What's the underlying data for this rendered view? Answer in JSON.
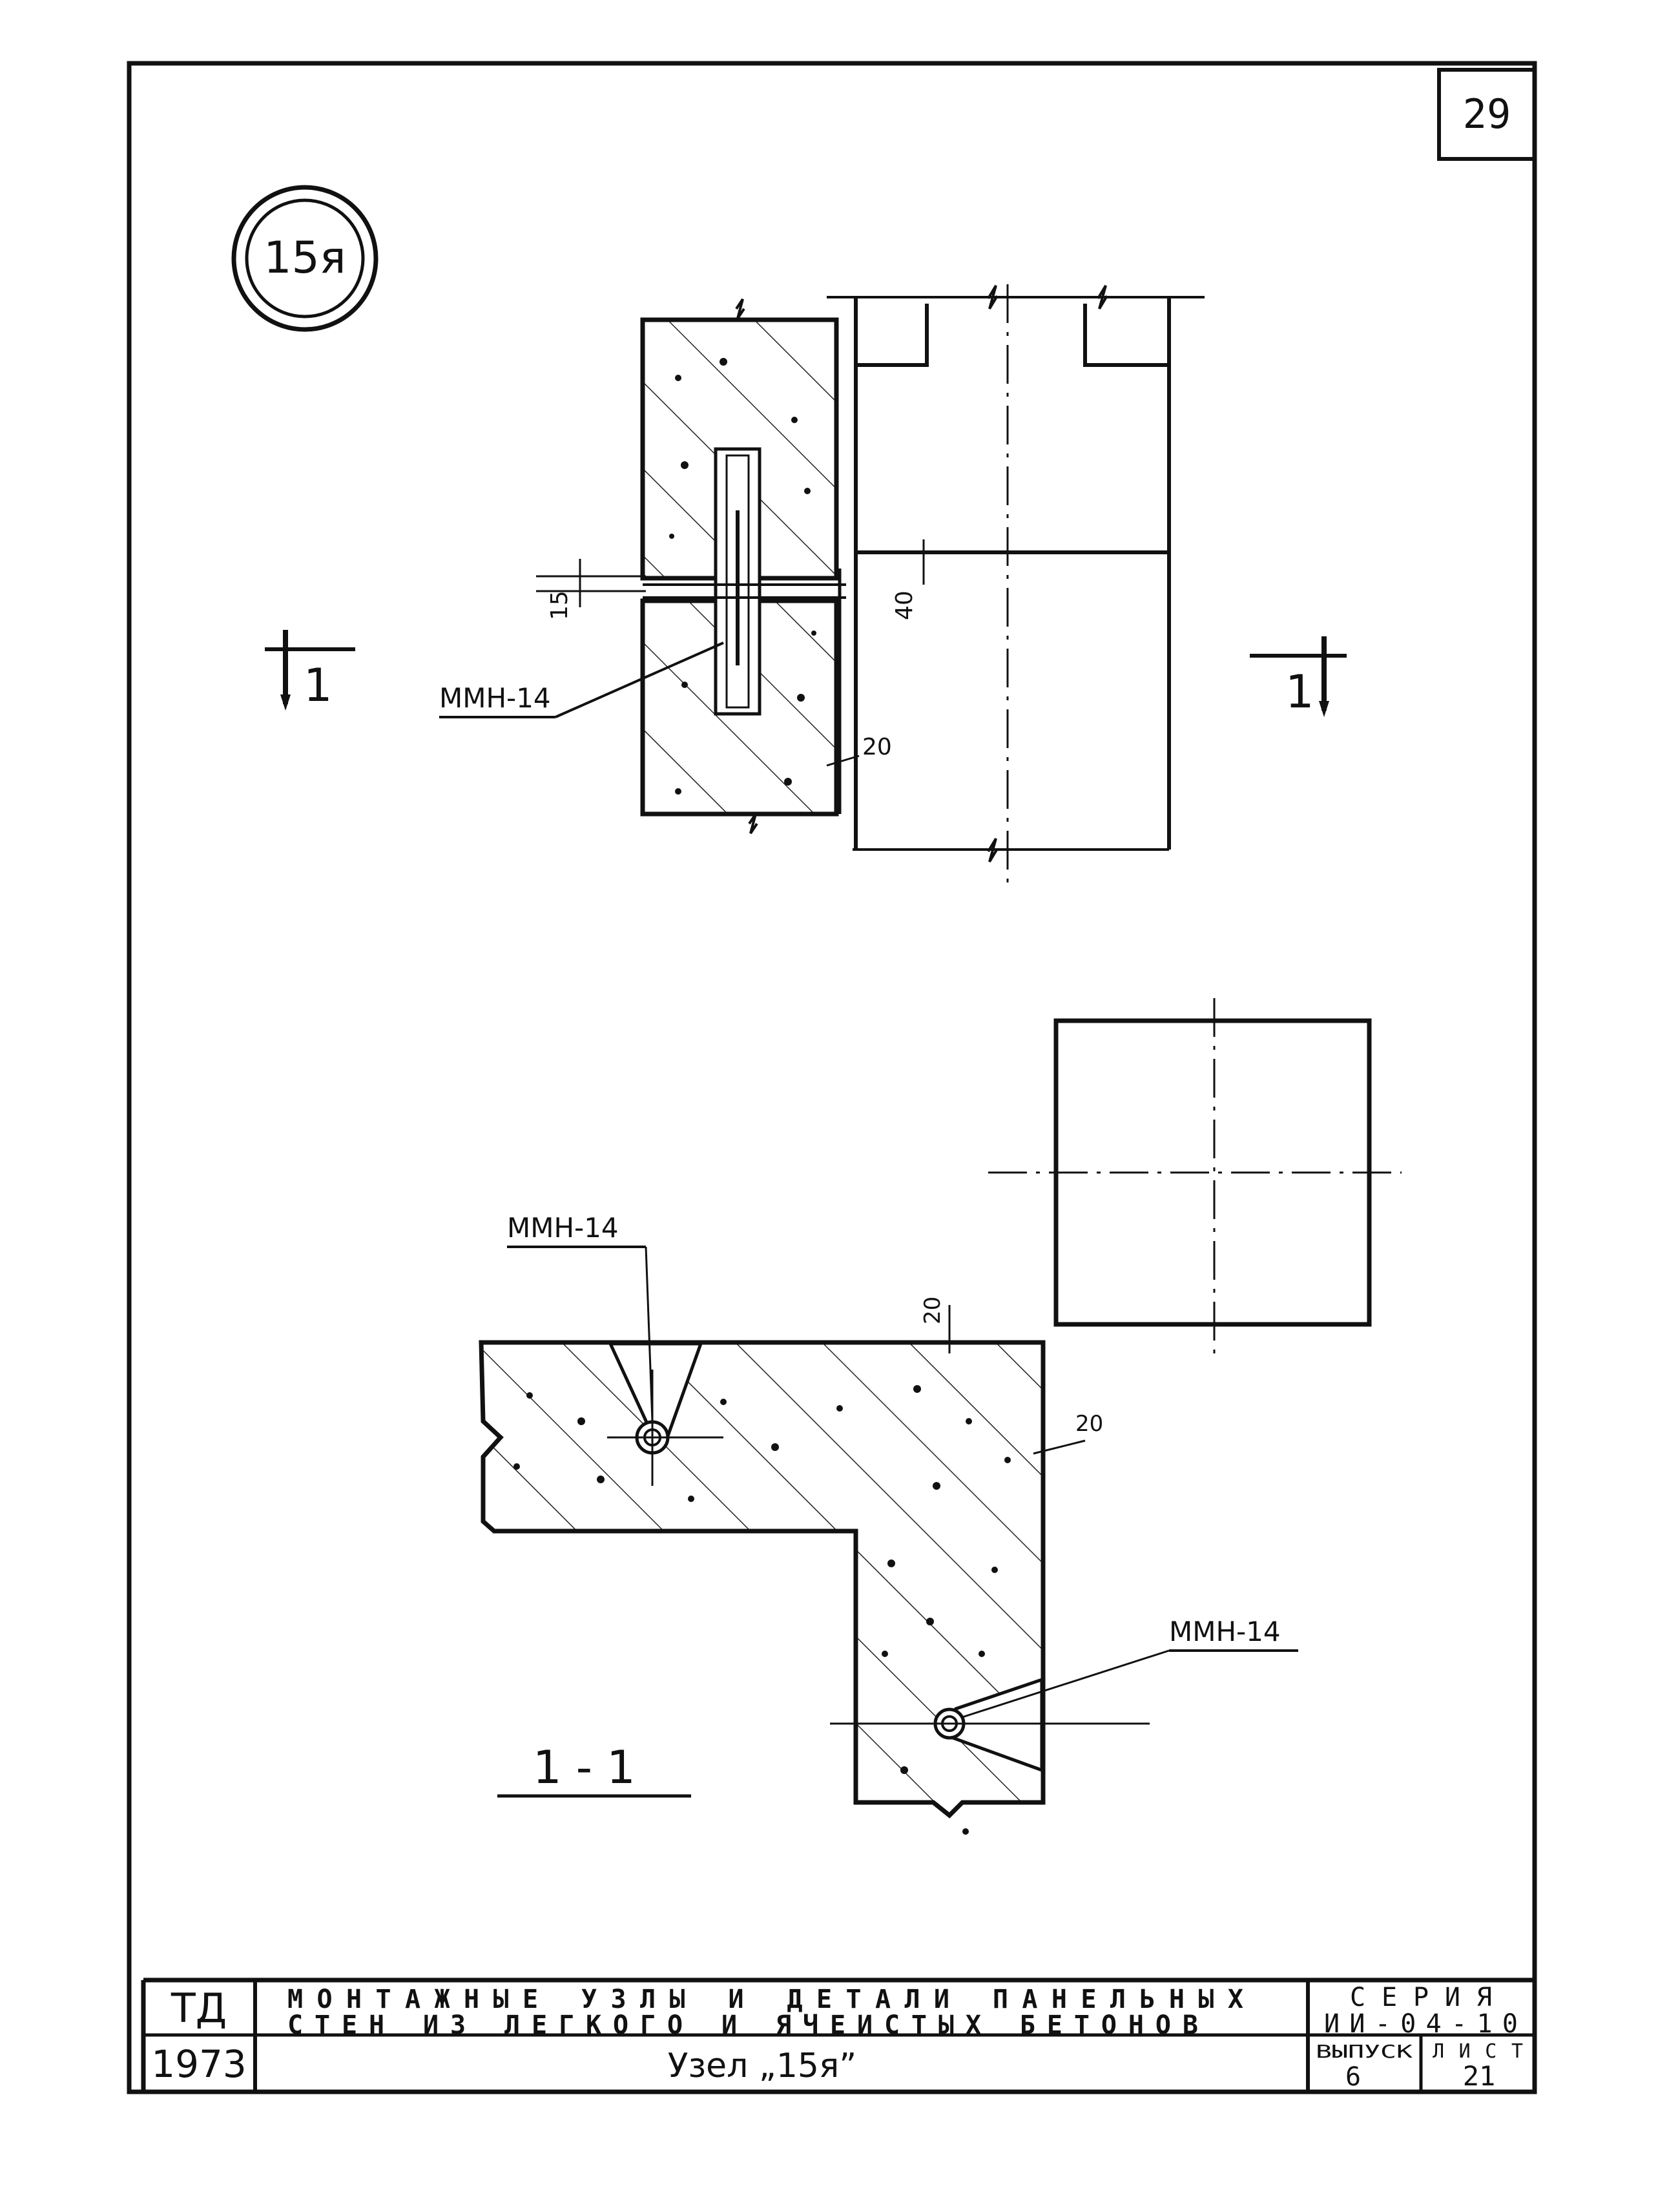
{
  "sheet": {
    "page_number": "29",
    "node_badge": "15я"
  },
  "upper_view": {
    "dim_joint": "15",
    "dim_offset": "40",
    "dim_cover": "20",
    "leader_label": "ММН-14",
    "section_mark_left": "1",
    "section_mark_right": "1"
  },
  "section_view": {
    "title": "1 - 1",
    "leader_label_top": "ММН-14",
    "leader_label_right": "ММН-14",
    "dim_top": "20",
    "dim_right": "20"
  },
  "title_block": {
    "org": "ТД",
    "year": "1973",
    "title_line1": "МОНТАЖНЫЕ УЗЛЫ И ДЕТАЛИ ПАНЕЛЬНЫХ",
    "title_line2": "СТЕН ИЗ ЛЕГКОГО И ЯЧЕИСТЫХ БЕТОНОВ",
    "subtitle": "Узел „15я”",
    "series_label": "СЕРИЯ",
    "series_value": "ИИ-04-10",
    "issue_label": "ВЫПУСК",
    "issue_value": "6",
    "sheet_label": "ЛИСТ",
    "sheet_value": "21"
  }
}
